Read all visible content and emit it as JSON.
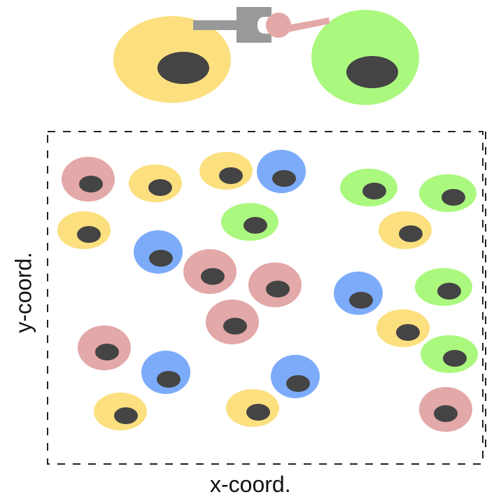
{
  "labels": {
    "x_axis": "x-coord.",
    "y_axis": "y-coord."
  },
  "colors": {
    "yellow": "#FCE07F",
    "green": "#ABF87F",
    "blue": "#7CABFA",
    "pink": "#E3A8A8",
    "nucleus": "#444444",
    "connector": "#999999",
    "border": "#222222"
  },
  "interaction": {
    "cells": [
      "yellow",
      "green"
    ],
    "receptor_icon": "receptor-clamp-icon",
    "ligand_icon": "ligand-probe-icon"
  },
  "cells": [
    {
      "type": "pink"
    },
    {
      "type": "yellow"
    },
    {
      "type": "yellow"
    },
    {
      "type": "blue"
    },
    {
      "type": "green"
    },
    {
      "type": "green"
    },
    {
      "type": "yellow"
    },
    {
      "type": "green"
    },
    {
      "type": "yellow"
    },
    {
      "type": "blue"
    },
    {
      "type": "pink"
    },
    {
      "type": "pink"
    },
    {
      "type": "blue"
    },
    {
      "type": "green"
    },
    {
      "type": "pink"
    },
    {
      "type": "yellow"
    },
    {
      "type": "pink"
    },
    {
      "type": "green"
    },
    {
      "type": "blue"
    },
    {
      "type": "blue"
    },
    {
      "type": "yellow"
    },
    {
      "type": "yellow"
    },
    {
      "type": "pink"
    }
  ]
}
